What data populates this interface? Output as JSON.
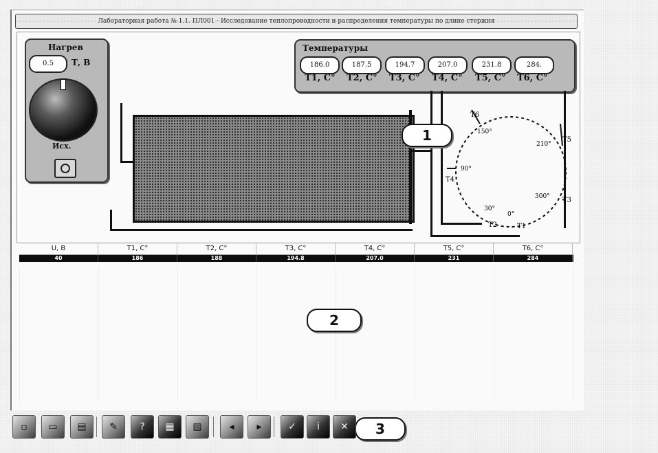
{
  "window": {
    "title": "Лабораторная работа № 1.1. ПЛ001 · Исследование теплопроводности и распределения температуры по длине стержня"
  },
  "heater_panel": {
    "title": "Нагрев",
    "power_value": "0.5",
    "power_unit": "Т, В",
    "reset_label": "Исх."
  },
  "temperatures_panel": {
    "title": "Температуры",
    "readings": [
      {
        "value": "186.0",
        "label": "T1, C°"
      },
      {
        "value": "187.5",
        "label": "T2, C°"
      },
      {
        "value": "194.7",
        "label": "T3, C°"
      },
      {
        "value": "207.0",
        "label": "T4, C°"
      },
      {
        "value": "231.8",
        "label": "T5, C°"
      },
      {
        "value": "284.",
        "label": "T6, C°"
      }
    ]
  },
  "diagram_labels": {
    "t6": "T6",
    "t5": "T5",
    "t4": "T4",
    "t3": "T3",
    "t2": "T2",
    "t1": "T1",
    "r150": "150°",
    "r210": "210°",
    "r90": "90°",
    "r300": "300°",
    "r30": "30°",
    "r0": "0°"
  },
  "callouts": {
    "one": "1",
    "two": "2",
    "three": "3"
  },
  "table": {
    "columns": [
      "U, В",
      "T1, C°",
      "T2, C°",
      "T3, C°",
      "T4, C°",
      "T5, C°",
      "T6, C°"
    ],
    "rows": [
      [
        "40",
        "186",
        "188",
        "194.8",
        "207.0",
        "231",
        "284"
      ]
    ]
  },
  "toolbar": {
    "buttons": [
      {
        "name": "new-icon",
        "glyph": "▫"
      },
      {
        "name": "open-icon",
        "glyph": "▭"
      },
      {
        "name": "save-icon",
        "glyph": "▤"
      },
      {
        "name": "edit-icon",
        "glyph": "✎"
      },
      {
        "name": "search-icon",
        "glyph": "?"
      },
      {
        "name": "chart-icon",
        "glyph": "▦"
      },
      {
        "name": "print-icon",
        "glyph": "▨"
      },
      {
        "name": "step-back-icon",
        "glyph": "◂"
      },
      {
        "name": "step-forward-icon",
        "glyph": "▸"
      },
      {
        "name": "check-icon",
        "glyph": "✓"
      },
      {
        "name": "info-icon",
        "glyph": "i"
      },
      {
        "name": "exit-icon",
        "glyph": "✕"
      }
    ]
  }
}
